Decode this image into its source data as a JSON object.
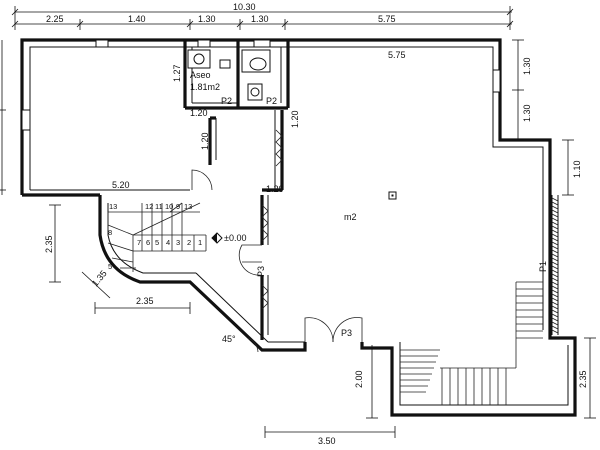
{
  "dimensions": {
    "top_total": "10.30",
    "top_segments": [
      "2.25",
      "1.40",
      "1.30",
      "1.30",
      "5.75"
    ],
    "inner_top_right": "5.75",
    "right_upper": "1.30",
    "right_mid": "1.30",
    "right_low": "1.10",
    "right_bottom": "2.35",
    "left_stair": "2.35",
    "stair_diag": "1.35",
    "stair_bottom": "2.35",
    "bottom_run": "3.50",
    "p3_height": "2.00",
    "aseo_h": "1.27",
    "aseo_w": "1.20",
    "wall_left": "1.20",
    "wall_mid": "1.20",
    "wall_low": "1.20",
    "room_width": "5.20",
    "angle": "45°"
  },
  "rooms": {
    "aseo_name": "Aseo",
    "aseo_area": "1.81m2",
    "main_area": "m2"
  },
  "doors": {
    "p1": "P1",
    "p2_left": "P2",
    "p2_right": "P2",
    "p3_vertical": "P3",
    "p3_bottom": "P3"
  },
  "level": "±0.00",
  "stairs": {
    "upper_numbers": [
      "13",
      "12",
      "11",
      "10",
      "9",
      "13"
    ],
    "lower_numbers": [
      "7",
      "6",
      "5",
      "4",
      "3",
      "2",
      "1"
    ],
    "left_numbers": [
      "8",
      "5"
    ]
  }
}
